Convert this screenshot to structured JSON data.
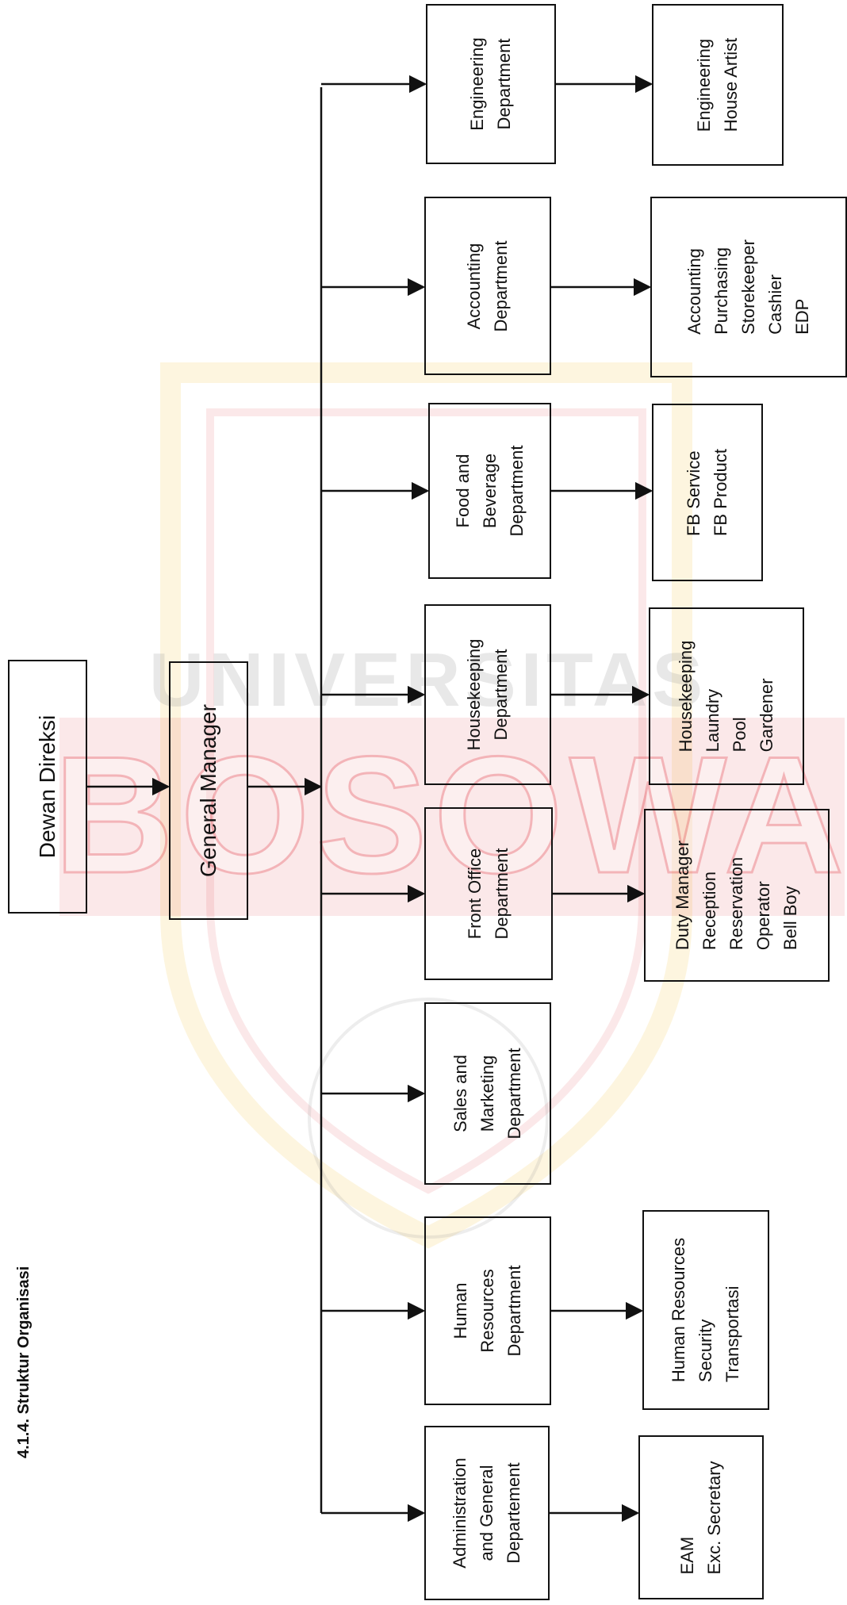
{
  "heading": "4.1.4. Struktur Organisasi",
  "watermark": {
    "top_text": "UNIVERSITAS",
    "main_text": "BOSOWA"
  },
  "colors": {
    "line": "#111111",
    "watermark_red": "#e2404a",
    "watermark_gold": "#f3c64d"
  },
  "board": {
    "label": "Dewan Direksi"
  },
  "gm": {
    "label": "General Manager"
  },
  "departments": [
    {
      "lines": [
        "Administration",
        "and General",
        "Departement"
      ],
      "staff": [
        "EAM",
        "Exc. Secretary"
      ]
    },
    {
      "lines": [
        "Human",
        "Resources",
        "Department"
      ],
      "staff": [
        "Human Resources",
        "Security",
        "Transportasi"
      ]
    },
    {
      "lines": [
        "Sales and",
        "Marketing",
        "Department"
      ],
      "staff": []
    },
    {
      "lines": [
        "Front Office",
        "Department"
      ],
      "staff": [
        "Duty Manager",
        "Reception",
        "Reservation",
        "Operator",
        "Bell Boy"
      ]
    },
    {
      "lines": [
        "Housekeeping",
        "Department"
      ],
      "staff": [
        "Housekeeping",
        "Laundry",
        "Pool",
        "Gardener"
      ]
    },
    {
      "lines": [
        "Food and",
        "Beverage",
        "Department"
      ],
      "staff": [
        "FB Service",
        "FB Product"
      ]
    },
    {
      "lines": [
        "Accounting",
        "Department"
      ],
      "staff": [
        "Accounting",
        "Purchasing",
        "Storekeeper",
        "Cashier",
        "EDP"
      ]
    },
    {
      "lines": [
        "Engineering",
        "Department"
      ],
      "staff": [
        "Engineering",
        "House Artist"
      ]
    }
  ]
}
